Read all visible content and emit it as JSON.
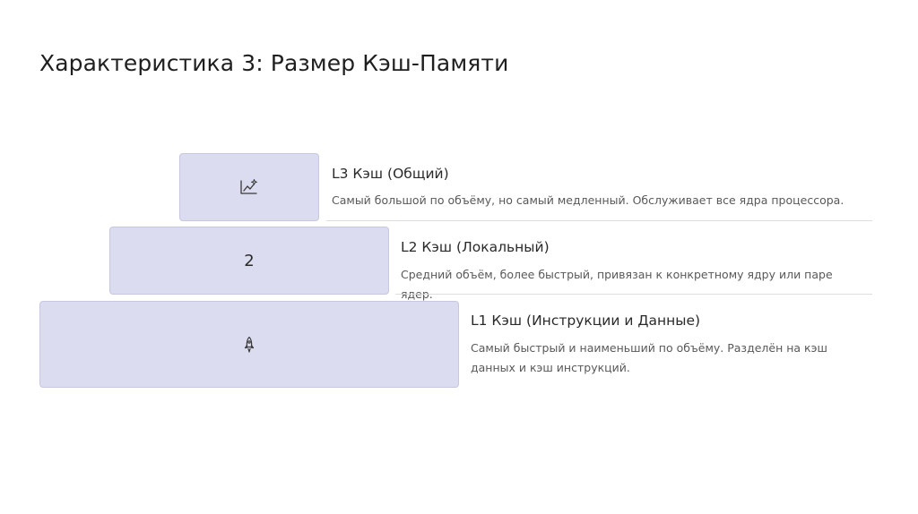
{
  "slide": {
    "title": "Характеристика 3: Размер Кэш-Памяти"
  },
  "levels": [
    {
      "heading": "L3 Кэш (Общий)",
      "description": "Самый большой по объёму, но самый медленный. Обслуживает все ядра процессора.",
      "icon": "chart-sparkle-icon"
    },
    {
      "heading": "L2 Кэш (Локальный)",
      "description": "Средний объём, более быстрый, привязан к конкретному ядру или паре ядер.",
      "marker": "2"
    },
    {
      "heading": "L1 Кэш (Инструкции и Данные)",
      "description": "Самый быстрый и наименьший по объёму. Разделён на кэш данных и кэш инструкций.",
      "icon": "rocket-icon"
    }
  ],
  "colors": {
    "block_fill": "#dcdcf0",
    "block_border": "#c7c7e2",
    "divider": "#dedede"
  }
}
